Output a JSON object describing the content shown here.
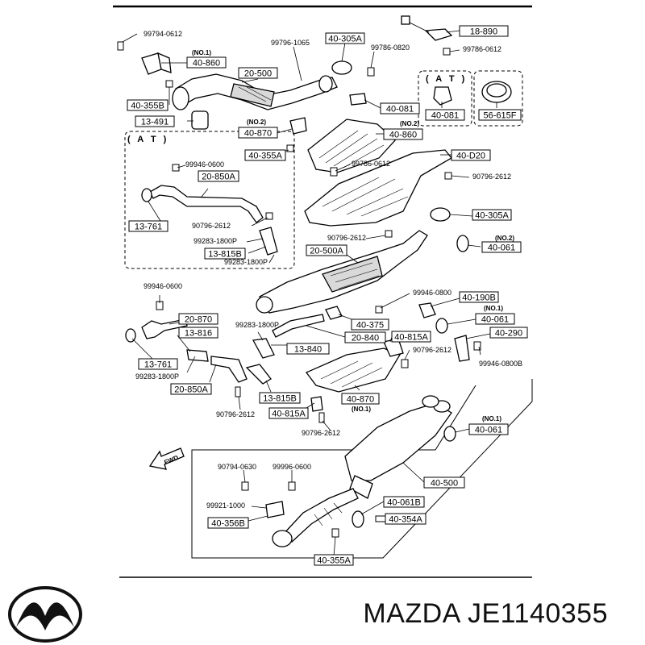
{
  "brand": {
    "name": "MAZDA",
    "logo": "mazda-logo"
  },
  "footer_title": "MAZDA JE1140355",
  "at_label": "( A T )",
  "fwd_label": "FWD",
  "boxed_labels": [
    {
      "id": "b1",
      "text": "18-890"
    },
    {
      "id": "b2",
      "text": "40-305A"
    },
    {
      "id": "b3",
      "text": "40-860"
    },
    {
      "id": "b4",
      "text": "20-500"
    },
    {
      "id": "b5",
      "text": "40-355B"
    },
    {
      "id": "b6",
      "text": "13-491"
    },
    {
      "id": "b7",
      "text": "40-870"
    },
    {
      "id": "b8",
      "text": "40-081"
    },
    {
      "id": "b9",
      "text": "40-081"
    },
    {
      "id": "b10",
      "text": "56-615F"
    },
    {
      "id": "b11",
      "text": "40-860"
    },
    {
      "id": "b12",
      "text": "40-355A"
    },
    {
      "id": "b13",
      "text": "40-D20"
    },
    {
      "id": "b14",
      "text": "20-850A"
    },
    {
      "id": "b15",
      "text": "13-761"
    },
    {
      "id": "b16",
      "text": "40-305A"
    },
    {
      "id": "b17",
      "text": "13-815B"
    },
    {
      "id": "b18",
      "text": "20-500A"
    },
    {
      "id": "b19",
      "text": "40-061"
    },
    {
      "id": "b20",
      "text": "40-190B"
    },
    {
      "id": "b21",
      "text": "20-870"
    },
    {
      "id": "b22",
      "text": "13-816"
    },
    {
      "id": "b23",
      "text": "40-375"
    },
    {
      "id": "b24",
      "text": "40-061"
    },
    {
      "id": "b25",
      "text": "20-840"
    },
    {
      "id": "b26",
      "text": "40-815A"
    },
    {
      "id": "b27",
      "text": "40-290"
    },
    {
      "id": "b28",
      "text": "13-840"
    },
    {
      "id": "b29",
      "text": "13-761"
    },
    {
      "id": "b30",
      "text": "20-850A"
    },
    {
      "id": "b31",
      "text": "13-815B"
    },
    {
      "id": "b32",
      "text": "40-870"
    },
    {
      "id": "b33",
      "text": "40-815A"
    },
    {
      "id": "b34",
      "text": "40-061"
    },
    {
      "id": "b35",
      "text": "40-500"
    },
    {
      "id": "b36",
      "text": "40-061B"
    },
    {
      "id": "b37",
      "text": "40-354A"
    },
    {
      "id": "b38",
      "text": "40-356B"
    },
    {
      "id": "b39",
      "text": "40-355A"
    }
  ],
  "part_numbers": [
    {
      "id": "p1",
      "text": "99794-0612"
    },
    {
      "id": "p2",
      "text": "99796-1065"
    },
    {
      "id": "p3",
      "text": "99786-0820"
    },
    {
      "id": "p4",
      "text": "99786-0612"
    },
    {
      "id": "p5",
      "text": "99946-0600"
    },
    {
      "id": "p6",
      "text": "99786-0612"
    },
    {
      "id": "p7",
      "text": "90796-2612"
    },
    {
      "id": "p8",
      "text": "90796-2612"
    },
    {
      "id": "p9",
      "text": "99283-1800P"
    },
    {
      "id": "p10",
      "text": "99283-1800P"
    },
    {
      "id": "p11",
      "text": "90796-2612"
    },
    {
      "id": "p12",
      "text": "99946-0600"
    },
    {
      "id": "p13",
      "text": "99946-0800"
    },
    {
      "id": "p14",
      "text": "99283-1800P"
    },
    {
      "id": "p15",
      "text": "90796-2612"
    },
    {
      "id": "p16",
      "text": "99946-0800B"
    },
    {
      "id": "p17",
      "text": "99283-1800P"
    },
    {
      "id": "p18",
      "text": "90796-2612"
    },
    {
      "id": "p19",
      "text": "90796-2612"
    },
    {
      "id": "p20",
      "text": "90794-0630"
    },
    {
      "id": "p21",
      "text": "99996-0600"
    },
    {
      "id": "p22",
      "text": "99921-1000"
    }
  ],
  "notes": [
    {
      "id": "n1",
      "text": "(NO.1)"
    },
    {
      "id": "n2",
      "text": "(NO.2)"
    },
    {
      "id": "n3",
      "text": "(NO.2)"
    },
    {
      "id": "n4",
      "text": "(NO.2)"
    },
    {
      "id": "n5",
      "text": "(NO.1)"
    },
    {
      "id": "n6",
      "text": "(NO.1)"
    },
    {
      "id": "n7",
      "text": "(NO.1)"
    }
  ]
}
